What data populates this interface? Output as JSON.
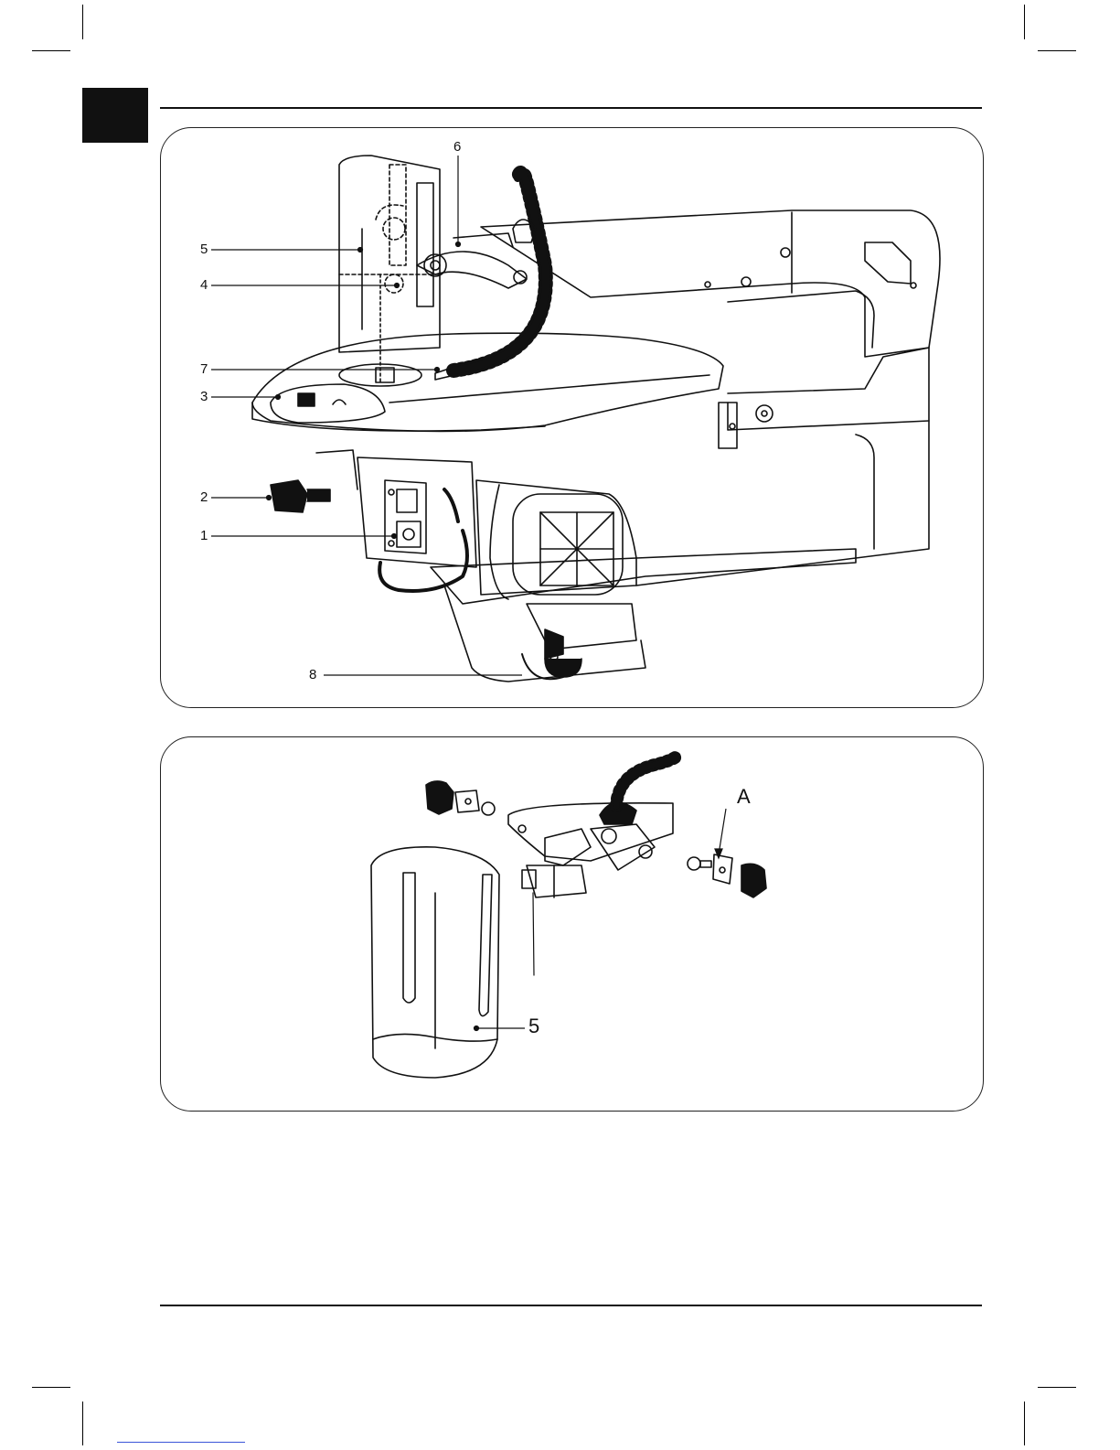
{
  "figure1": {
    "callouts": [
      "1",
      "2",
      "3",
      "4",
      "5",
      "6",
      "7",
      "8"
    ]
  },
  "figure2": {
    "callouts": [
      "5",
      "A"
    ]
  },
  "colors": {
    "ink": "#111111",
    "panel_border": "#222222",
    "tab_block": "#111111"
  }
}
